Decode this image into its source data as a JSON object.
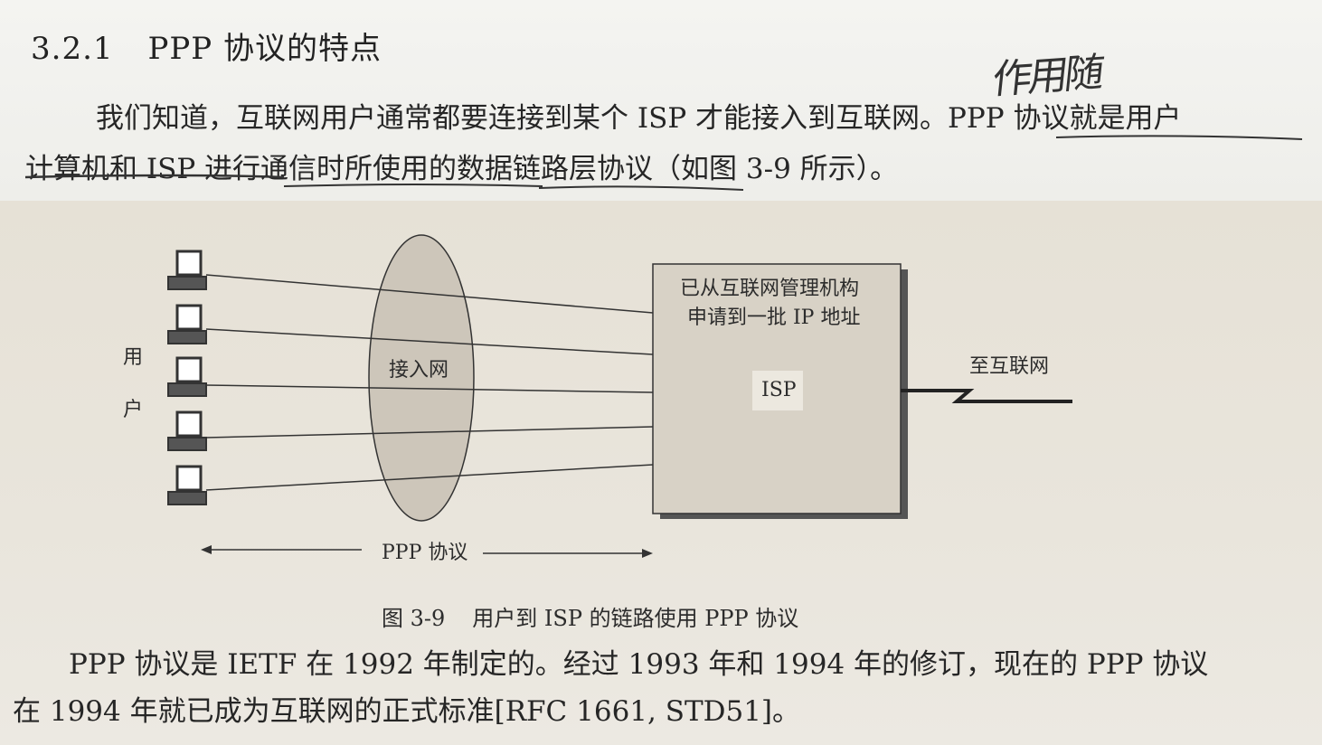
{
  "section": {
    "number": "3.2.1",
    "title": "PPP 协议的特点"
  },
  "handwritten_note": "作用随",
  "paragraph1": {
    "line1": "我们知道，互联网用户通常都要连接到某个 ISP 才能接入到互联网。PPP 协议就是用户",
    "line2": "计算机和 ISP 进行通信时所使用的数据链路层协议（如图 3-9 所示）。"
  },
  "figure": {
    "users_label_1": "用",
    "users_label_2": "户",
    "access_net_label": "接入网",
    "isp_box_line1": "已从互联网管理机构",
    "isp_box_line2": "申请到一批 IP 地址",
    "isp_label": "ISP",
    "to_internet_label": "至互联网",
    "ppp_label": "PPP 协议",
    "caption_number": "图 3-9",
    "caption_text": "用户到 ISP 的链路使用 PPP 协议"
  },
  "paragraph2": {
    "line1": "PPP 协议是 IETF 在 1992 年制定的。经过 1993 年和 1994 年的修订，现在的 PPP 协议",
    "line2": "在 1994 年就已成为互联网的正式标准[RFC 1661, STD51]。"
  }
}
